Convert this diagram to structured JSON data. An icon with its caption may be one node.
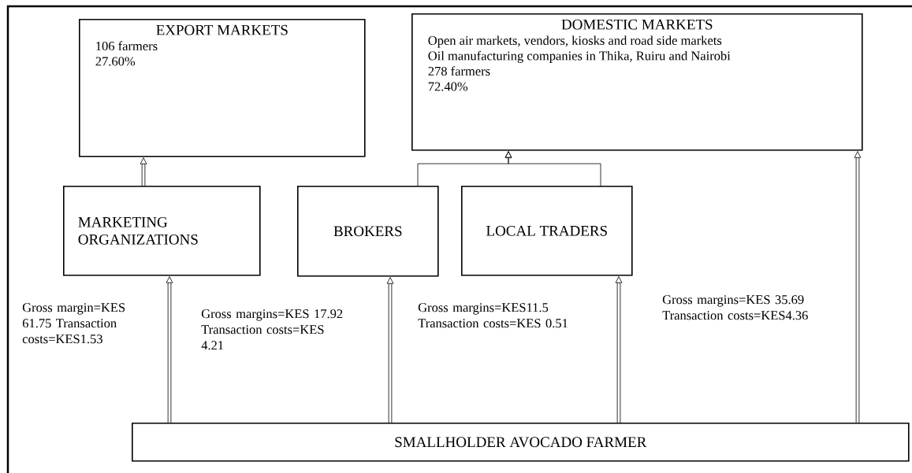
{
  "diagram": {
    "nodes": [
      {
        "text": [
          "EXPORT MARKETS",
          "106 farmers",
          "27.60%"
        ]
      },
      {
        "text": [
          "DOMESTIC MARKETS",
          "Open air markets, vendors, kiosks and road side markets",
          "Oil manufacturing companies in Thika, Ruiru and Nairobi",
          "278 farmers",
          "72.40%"
        ]
      },
      {
        "text": [
          "MARKETING ORGANIZATIONS"
        ]
      },
      {
        "text": [
          "BROKERS"
        ]
      },
      {
        "text": [
          "LOCAL TRADERS"
        ]
      },
      {
        "text": [
          "SMALLHOLDER AVOCADO FARMER"
        ]
      }
    ],
    "edges": [
      {
        "from": 2,
        "to": 0,
        "arrow": "to"
      },
      {
        "from": 3,
        "to": 1,
        "arrow": "to"
      },
      {
        "from": 4,
        "to": 1,
        "arrow": "to"
      },
      {
        "from": 5,
        "to": 2,
        "arrow": "to",
        "label": "Gross margin=KES 61.75 Transaction costs=KES1.53"
      },
      {
        "from": 5,
        "to": 3,
        "arrow": "to",
        "label": "Gross margins=KES 17.92 Transaction costs=KES 4.21"
      },
      {
        "from": 5,
        "to": 4,
        "arrow": "to",
        "label": "Gross margins=KES11.5 Transaction costs=KES 0.51"
      },
      {
        "from": 5,
        "to": 1,
        "arrow": "to",
        "label": "Gross margins=KES 35.69 Transaction costs=KES4.36"
      }
    ]
  }
}
